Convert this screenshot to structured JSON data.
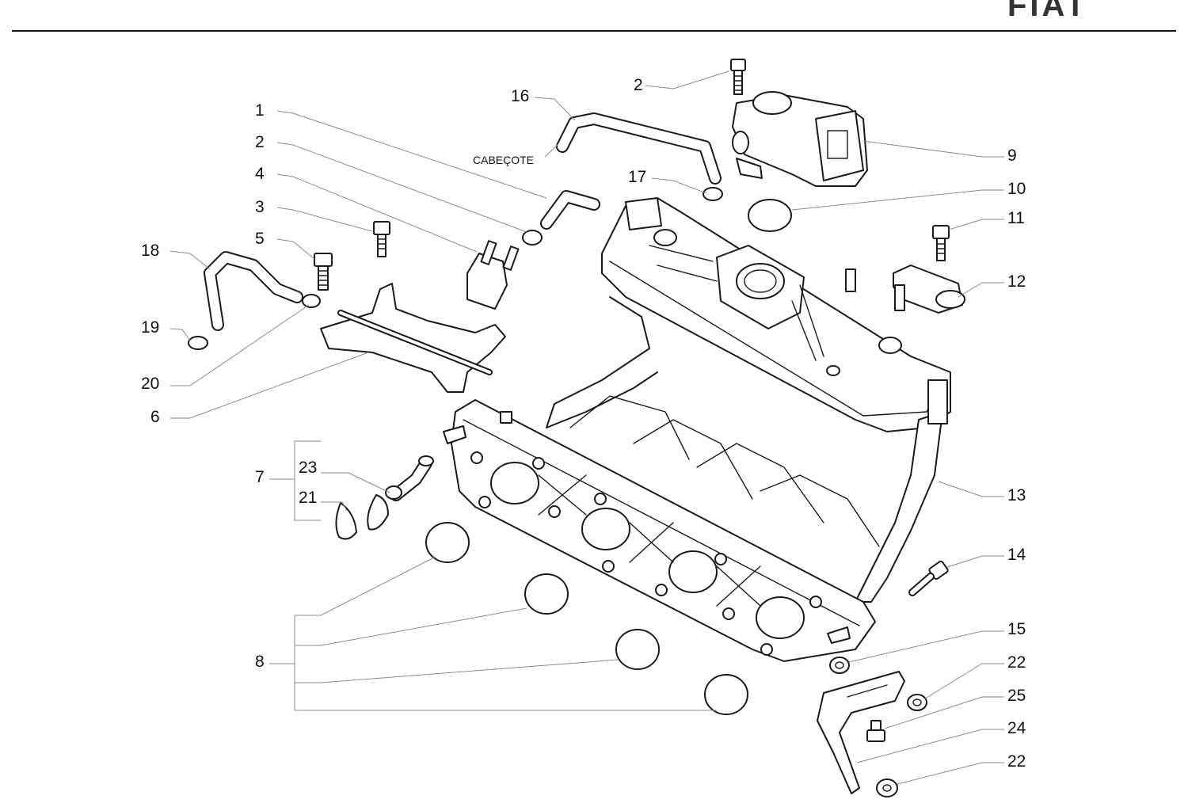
{
  "header": {
    "brand_logo_text": "FIAT"
  },
  "diagram": {
    "note": "CABEÇOTE",
    "callouts": {
      "c1": "1",
      "c2a": "2",
      "c2b": "2",
      "c3": "3",
      "c4": "4",
      "c5": "5",
      "c6": "6",
      "c7": "7",
      "c8": "8",
      "c9": "9",
      "c10": "10",
      "c11": "11",
      "c12": "12",
      "c13": "13",
      "c14": "14",
      "c15": "15",
      "c16": "16",
      "c17": "17",
      "c18": "18",
      "c19": "19",
      "c20": "20",
      "c21": "21",
      "c22a": "22",
      "c22b": "22",
      "c23": "23",
      "c24": "24",
      "c25": "25"
    }
  }
}
